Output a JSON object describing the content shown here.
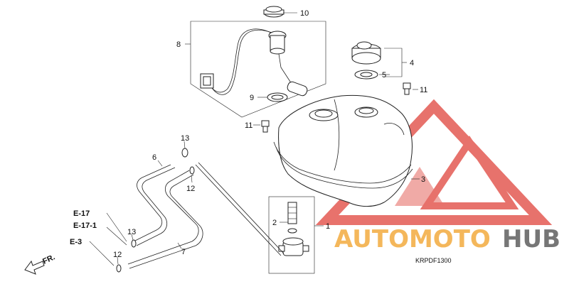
{
  "callouts": {
    "c1": "1",
    "c2": "2",
    "c3": "3",
    "c4": "4",
    "c5": "5",
    "c6": "6",
    "c7": "7",
    "c8": "8",
    "c9": "9",
    "c10": "10",
    "c11a": "11",
    "c11b": "11",
    "c12a": "12",
    "c12b": "12",
    "c13a": "13",
    "c13b": "13"
  },
  "references": {
    "r1": "E-17",
    "r2": "E-17-1",
    "r3": "E-3"
  },
  "front_label": "FR.",
  "diagram_code": "KRPDF1300",
  "watermark": {
    "part1": "AUTOMOTO",
    "part2": "HUB",
    "color_primary": "#f3b04a",
    "color_secondary": "#5f5f5f",
    "logo_color": "#e0433b"
  }
}
